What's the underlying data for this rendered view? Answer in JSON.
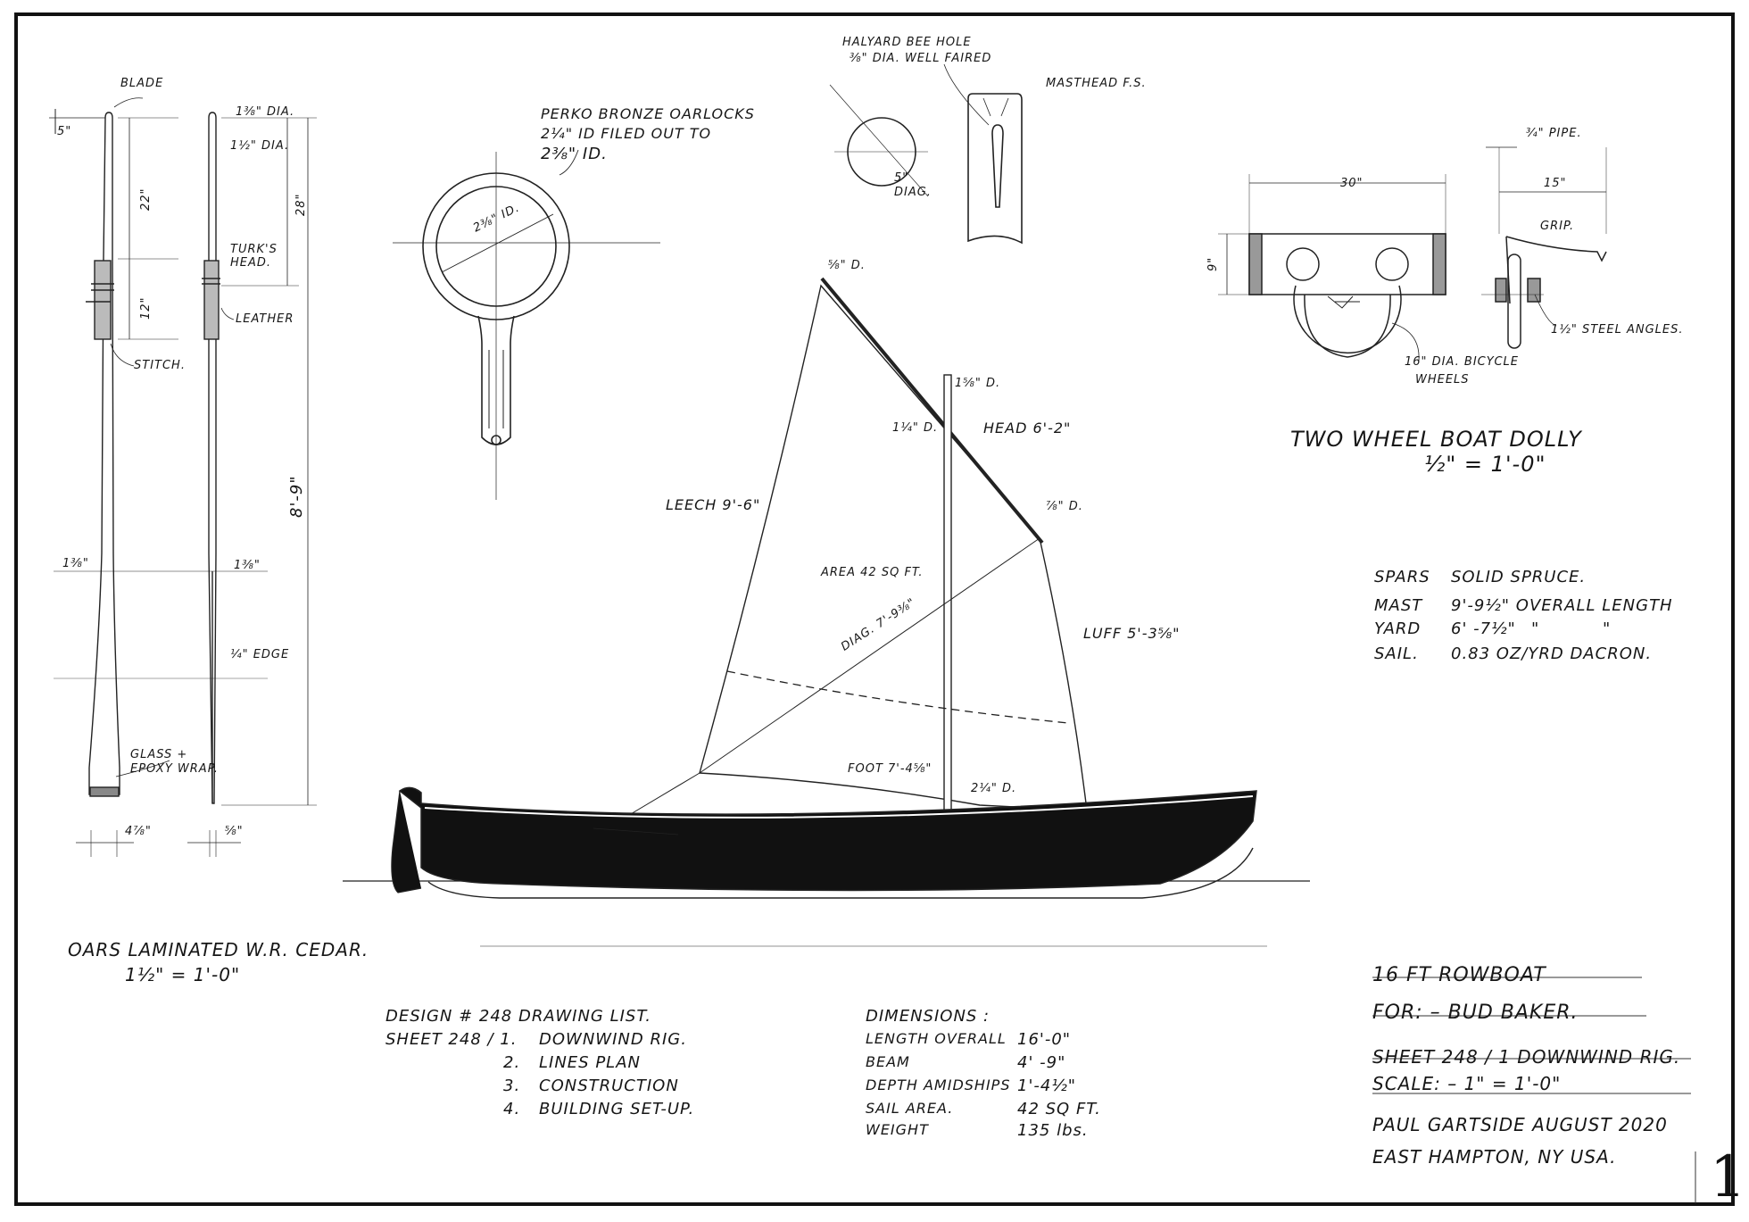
{
  "oars": {
    "blade_label": "BLADE",
    "dim_5": "5\"",
    "dim_22": "22\"",
    "dim_12": "12\"",
    "dim_28": "28\"",
    "dim_overall": "8'-9\"",
    "dia_top": "1⅜\" DIA.",
    "dia_second": "1½\" DIA.",
    "turks_head": "TURK'S HEAD.",
    "leather": "LEATHER",
    "stitch": "STITCH.",
    "dim_loom_left": "1⅜\"",
    "dim_loom_right": "1⅜\"",
    "edge": "¼\" EDGE",
    "glass_wrap": "GLASS + EPOXY WRAP.",
    "dim_blade_width": "4⅞\"",
    "dim_blade_thick": "⅝\"",
    "title": "OARS LAMINATED W.R. CEDAR.",
    "scale": "1½\" = 1'-0\""
  },
  "oarlock": {
    "note_line1": "PERKO BRONZE OARLOCKS",
    "note_line2": "2¼\" ID FILED OUT TO",
    "note_line3": "2⅜\" ID.",
    "id_label": "2⅜\" ID."
  },
  "masthead": {
    "note_line1": "HALYARD BEE HOLE",
    "note_line2": "⅜\" DIA. WELL FAIRED",
    "diag_label": "5\" DIAG.",
    "title": "MASTHEAD F.S."
  },
  "dolly": {
    "dim_width": "30\"",
    "dim_height": "9\"",
    "dim_side": "15\"",
    "pipe": "¾\" PIPE.",
    "grip": "GRIP.",
    "angles": "1½\" STEEL ANGLES.",
    "wheels_line1": "16\" DIA. BICYCLE",
    "wheels_line2": "WHEELS",
    "title": "TWO WHEEL BOAT DOLLY",
    "scale": "½\" = 1'-0\""
  },
  "sail": {
    "yard_top": "⅝\" D.",
    "mast_top": "1⅝\" D.",
    "yard_mid": "1¼\" D.",
    "head": "HEAD 6'-2\"",
    "yard_end": "⅞\" D.",
    "leech": "LEECH 9'-6\"",
    "area": "AREA 42 SQ FT.",
    "diag": "DIAG. 7'-9⅜\"",
    "luff": "LUFF 5'-3⅝\"",
    "foot": "FOOT 7'-4⅝\"",
    "mast_base": "2¼\" D."
  },
  "spars": {
    "row1_a": "SPARS",
    "row1_b": "SOLID SPRUCE.",
    "row2_a": "MAST",
    "row2_b": "9'-9½\" OVERALL LENGTH",
    "row3_a": "YARD",
    "row3_b": "6' -7½\"",
    "row3_c": "\"",
    "row3_d": "\"",
    "row4_a": "SAIL.",
    "row4_b": "0.83 OZ/YRD DACRON."
  },
  "drawing_list": {
    "title": "DESIGN # 248 DRAWING LIST.",
    "sheet_label": "SHEET 248 / 1.",
    "item1": "DOWNWIND RIG.",
    "item2_no": "2.",
    "item2": "LINES PLAN",
    "item3_no": "3.",
    "item3": "CONSTRUCTION",
    "item4_no": "4.",
    "item4": "BUILDING SET-UP."
  },
  "dimensions": {
    "title": "DIMENSIONS :",
    "rows": [
      {
        "label": "LENGTH OVERALL",
        "value": "16'-0\""
      },
      {
        "label": "BEAM",
        "value": "4' -9\""
      },
      {
        "label": "DEPTH AMIDSHIPS",
        "value": "1'-4½\""
      },
      {
        "label": "SAIL AREA.",
        "value": "42 SQ FT."
      },
      {
        "label": "WEIGHT",
        "value": "135 lbs."
      }
    ]
  },
  "title_block": {
    "line1": "16 FT ROWBOAT",
    "line2": "FOR: – BUD BAKER.",
    "line3": "SHEET 248 / 1 DOWNWIND RIG.",
    "line4": "SCALE: – 1\" = 1'-0\"",
    "line5": "PAUL GARTSIDE   AUGUST 2020",
    "line6": "EAST HAMPTON, NY USA.",
    "sheet_number": "1"
  }
}
